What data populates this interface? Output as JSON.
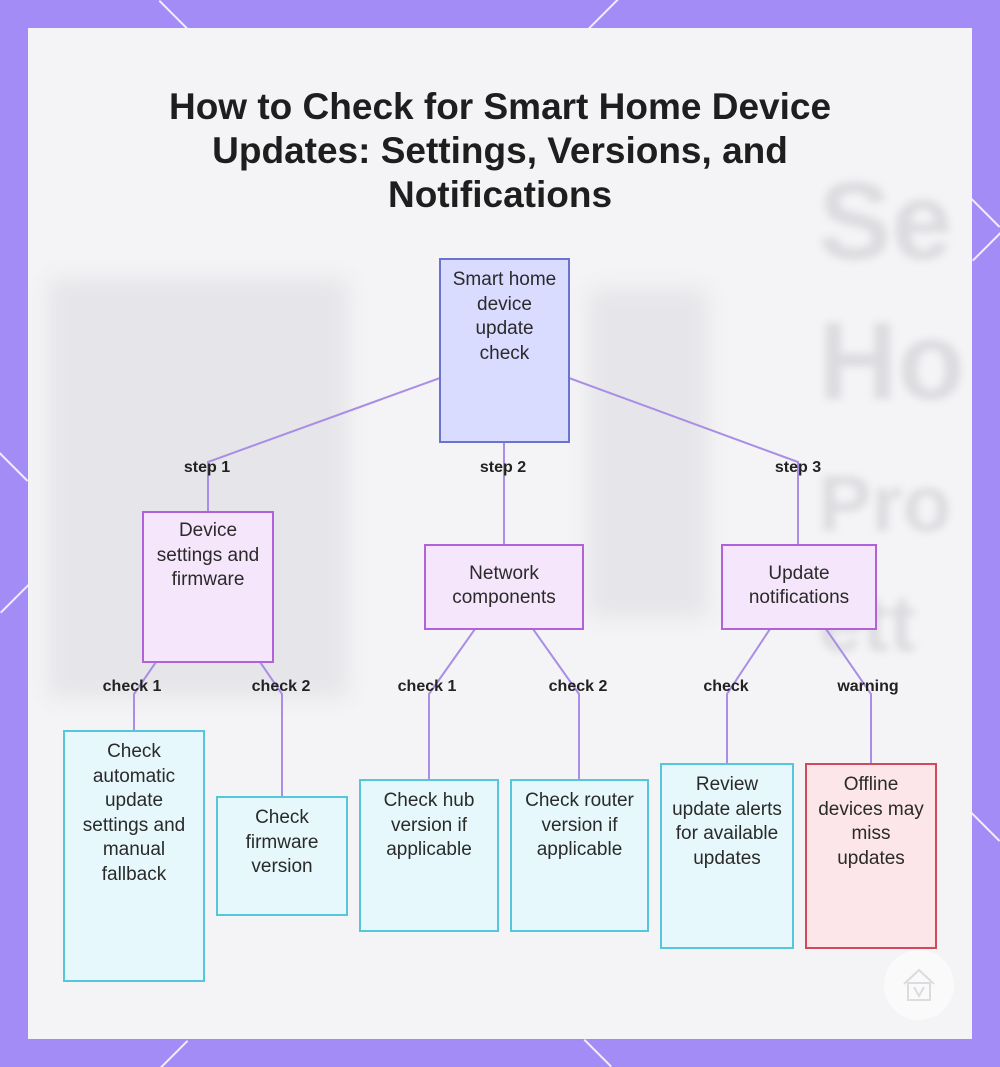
{
  "title": "How to Check for Smart Home Device Updates: Settings, Versions, and Notifications",
  "colors": {
    "frame": "#a48cf6",
    "panel": "#f4f4f6",
    "edge": "#a98de6",
    "root_fill": "#d9dbff",
    "root_border": "#6a73cf",
    "category_fill": "#f5e6fb",
    "category_border": "#b162d8",
    "leaf_fill": "#e6f8fc",
    "leaf_border": "#56c6dc",
    "warning_fill": "#fde6ea",
    "warning_border": "#d3485a"
  },
  "nodes": {
    "root": {
      "text": "Smart home device update check"
    },
    "device_settings": {
      "text": "Device settings and firmware"
    },
    "network": {
      "text": "Network components"
    },
    "notifications": {
      "text": "Update notifications"
    },
    "auto_update": {
      "text": "Check automatic update settings and manual fallback"
    },
    "firmware_version": {
      "text": "Check firmware version"
    },
    "hub_version": {
      "text": "Check hub version if applicable"
    },
    "router_version": {
      "text": "Check router version if applicable"
    },
    "review_alerts": {
      "text": "Review update alerts for available updates"
    },
    "offline_warning": {
      "text": "Offline devices may miss updates"
    }
  },
  "edges": {
    "step1": "step 1",
    "step2": "step 2",
    "step3": "step 3",
    "device_check1": "check 1",
    "device_check2": "check 2",
    "network_check1": "check 1",
    "network_check2": "check 2",
    "notif_check": "check",
    "notif_warning": "warning"
  },
  "logo": {
    "icon": "house-logo-icon"
  }
}
